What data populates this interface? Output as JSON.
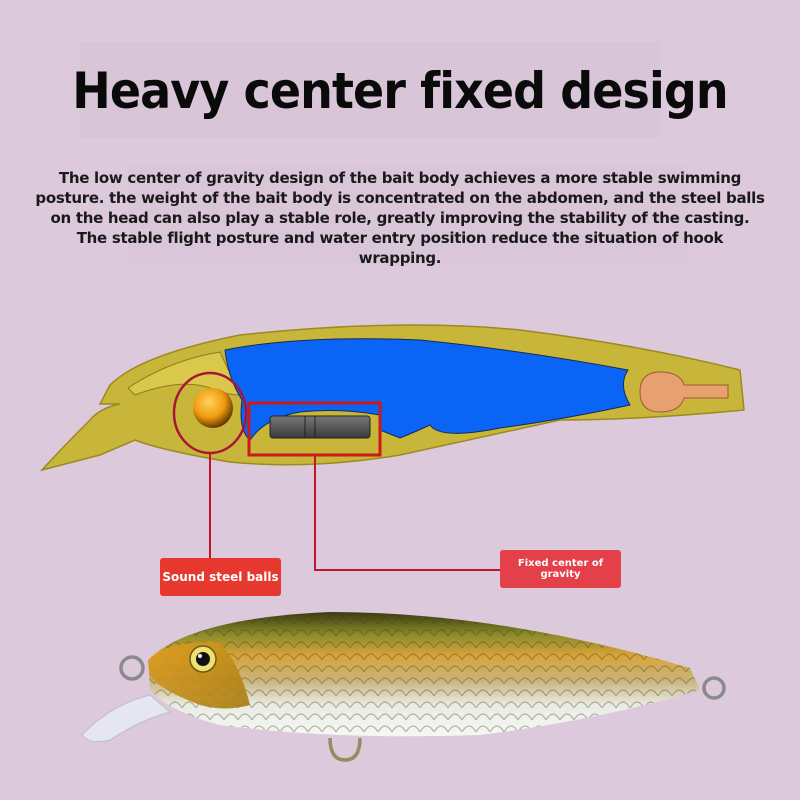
{
  "header": {
    "title": "Heavy center fixed design"
  },
  "description": {
    "lines": [
      "The low center of gravity design of the bait body achieves a more stable swimming",
      "posture. the weight of the bait body is concentrated on the abdomen, and the steel balls",
      "on the head can also play a stable role, greatly improving the stability of the casting.",
      "The stable flight posture and water entry position reduce the situation of hook",
      "wrapping."
    ]
  },
  "diagram": {
    "callouts": [
      {
        "label": "Sound steel balls",
        "marker": "circle",
        "color": "#e7382f"
      },
      {
        "label": "Fixed center of gravity",
        "marker": "rectangle",
        "color": "#e3404a"
      }
    ],
    "colors": {
      "background": "#dcc9dc",
      "body_shell": "#c8b63a",
      "air_chamber": "#0a64f5",
      "steel_ball": "#f0a010",
      "weight_block": "#555555",
      "line_eye": "#e9a070",
      "callout_line": "#c0152a"
    }
  },
  "product_image": {
    "alt": "minnow fishing lure with gold and green scale pattern"
  }
}
